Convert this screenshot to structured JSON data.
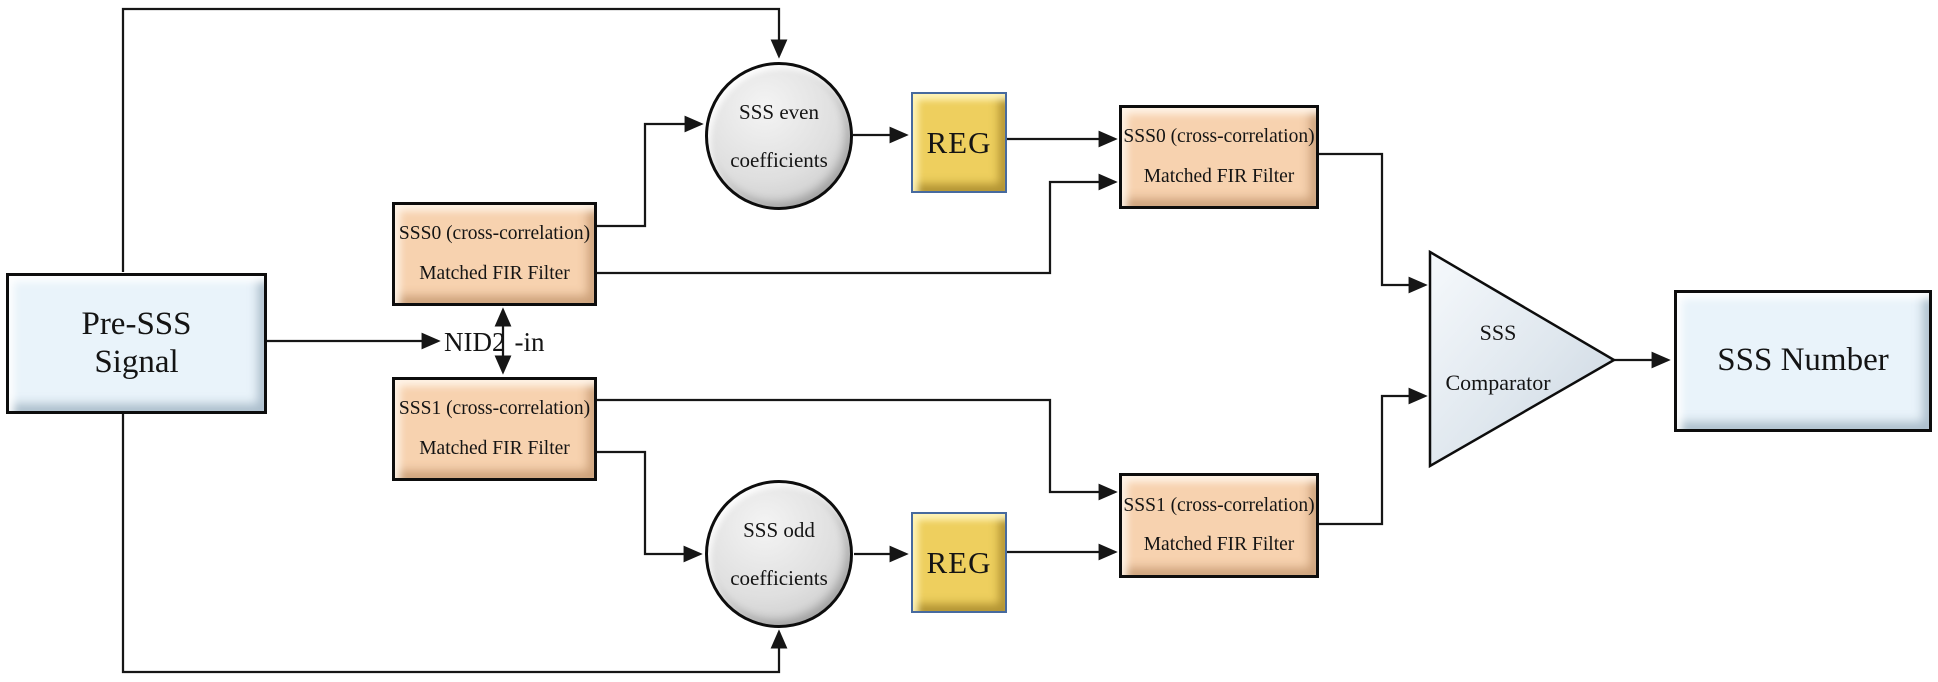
{
  "nodes": {
    "pre_sss": {
      "line1": "Pre-SSS",
      "line2": "Signal"
    },
    "sss0_matched_left": {
      "line1": "SSS0 (cross-correlation)",
      "line2": "Matched FIR Filter"
    },
    "sss1_matched_left": {
      "line1": "SSS1 (cross-correlation)",
      "line2": "Matched FIR Filter"
    },
    "sss_even_coefficients": {
      "line1": "SSS even",
      "line2": "coefficients"
    },
    "sss_odd_coefficients": {
      "line1": "SSS odd",
      "line2": "coefficients"
    },
    "reg_top": {
      "label": "REG"
    },
    "reg_bottom": {
      "label": "REG"
    },
    "sss0_matched_right": {
      "line1": "SSS0 (cross-correlation)",
      "line2": "Matched FIR Filter"
    },
    "sss1_matched_right": {
      "line1": "SSS1 (cross-correlation)",
      "line2": "Matched FIR Filter"
    },
    "comparator": {
      "line1": "SSS",
      "line2": "Comparator"
    },
    "sss_number": {
      "label": "SSS Number"
    }
  },
  "labels": {
    "nid2_left": "NID2",
    "nid2_right": "-in"
  },
  "colors": {
    "peach_box": "#f7d2af",
    "light_blue_box": "#e9f3fa",
    "reg_yellow": "#eecf5e",
    "reg_border_blue": "#476a9e",
    "circle_gray": "#dfdfdf",
    "triangle_fill": "#dfe7ee",
    "wire": "#161616",
    "background": "#ffffff"
  }
}
